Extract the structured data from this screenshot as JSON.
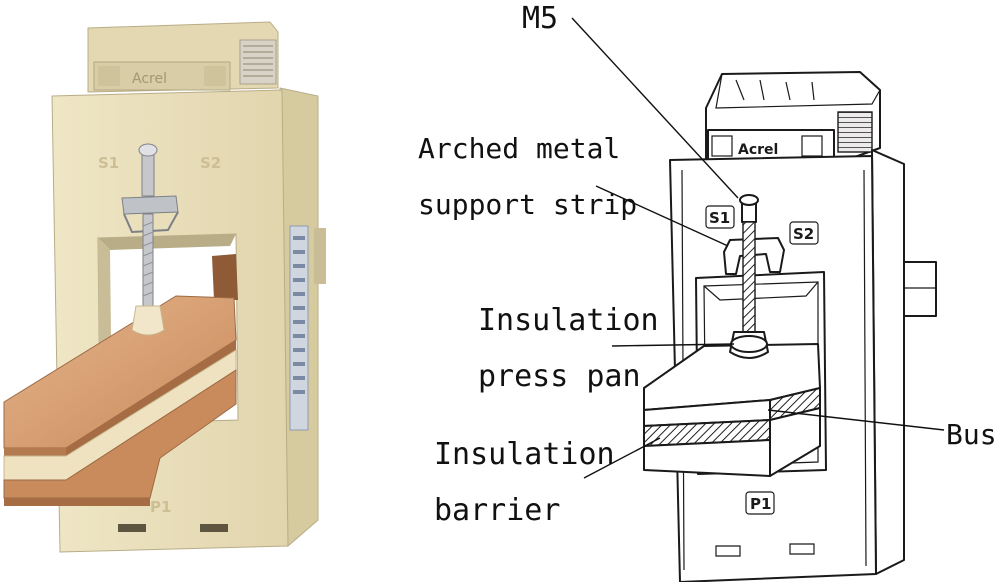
{
  "photo": {
    "housing_marks": {
      "s1": "S1",
      "s2": "S2",
      "p1": "P1",
      "brand": "Acrel"
    }
  },
  "drawing": {
    "box_marks": {
      "s1": "S1",
      "s2": "S2",
      "p1": "P1",
      "brand": "Acrel"
    },
    "labels": {
      "m5": "M5",
      "arched_line1": "Arched metal",
      "arched_line2": "support strip",
      "press_line1": "Insulation",
      "press_line2": "press pan",
      "bus": "Bus",
      "barrier_line1": "Insulation",
      "barrier_line2": "barrier"
    }
  },
  "colors": {
    "housing": "#e7dcb7",
    "housing_shadow": "#c9bd97",
    "copper": "#d49a6f",
    "copper_dark": "#b0744a",
    "insulation_layer": "#efe2c0",
    "ink": "#1a1a1a"
  }
}
